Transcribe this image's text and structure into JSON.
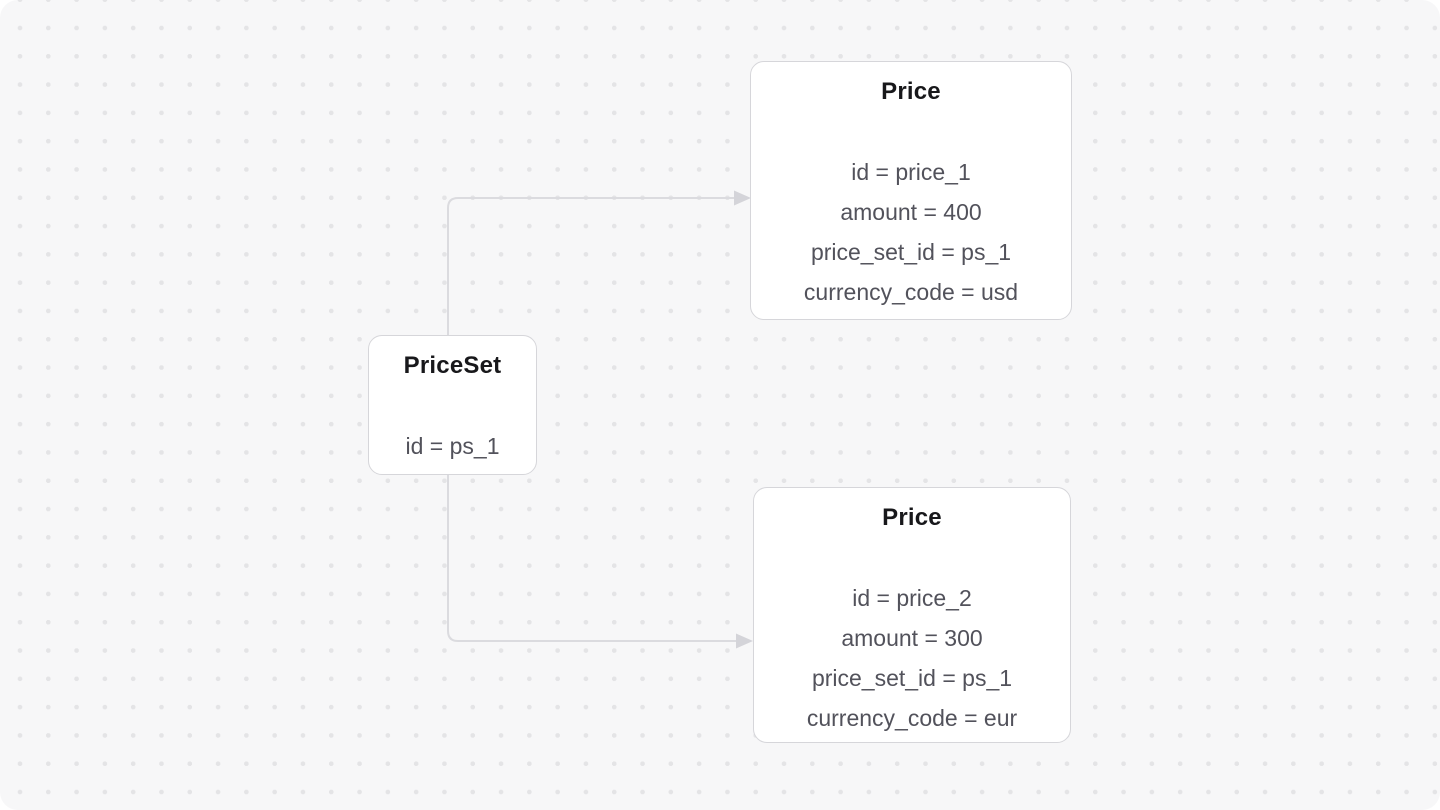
{
  "diagram": {
    "nodes": [
      {
        "id": "ps_1",
        "title": "PriceSet",
        "attributes": [
          "id = ps_1"
        ]
      },
      {
        "id": "price_1",
        "title": "Price",
        "attributes": [
          "id = price_1",
          "amount = 400",
          "price_set_id = ps_1",
          "currency_code = usd"
        ]
      },
      {
        "id": "price_2",
        "title": "Price",
        "attributes": [
          "id = price_2",
          "amount = 300",
          "price_set_id = ps_1",
          "currency_code = eur"
        ]
      }
    ],
    "edges": [
      {
        "from": "ps_1",
        "to": "price_1"
      },
      {
        "from": "ps_1",
        "to": "price_2"
      }
    ],
    "colors": {
      "canvas_bg": "#f7f7f8",
      "outer_bg": "#ffffff",
      "dot": "#e4e4e6",
      "node_bg": "#ffffff",
      "node_border": "#d6d6da",
      "connector": "#dbdbdf",
      "arrowhead": "#d4d4d9",
      "title_text": "#18181b",
      "attribute_text": "#52525b"
    }
  }
}
